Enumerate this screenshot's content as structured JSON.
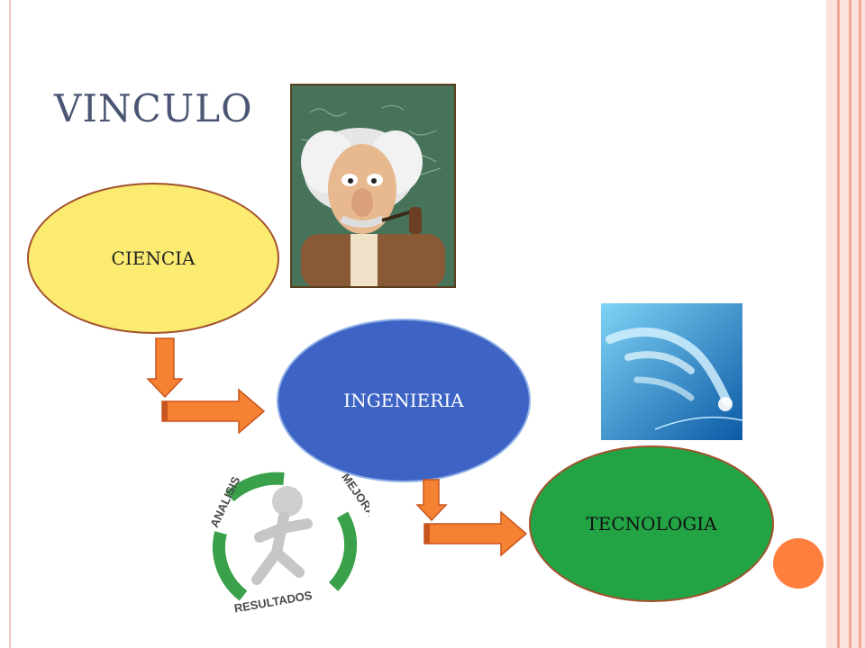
{
  "slide": {
    "title": "VINCULO"
  },
  "nodes": {
    "ciencia": "CIENCIA",
    "ingenieria": "INGENIERIA",
    "tecnologia": "TECNOLOGIA"
  },
  "cycle_image": {
    "words": [
      "ANALISIS",
      "MEJORA",
      "RESULTADOS"
    ]
  },
  "colors": {
    "ciencia_fill": "#fbec71",
    "ingenieria_fill": "#3d64c5",
    "tecnologia_fill": "#22a445",
    "arrow": "#f58233",
    "title": "#4a5673"
  },
  "icons": [
    "einstein-caricature-image",
    "digital-hand-image",
    "cycle-runner-image",
    "bent-arrow-icon"
  ]
}
